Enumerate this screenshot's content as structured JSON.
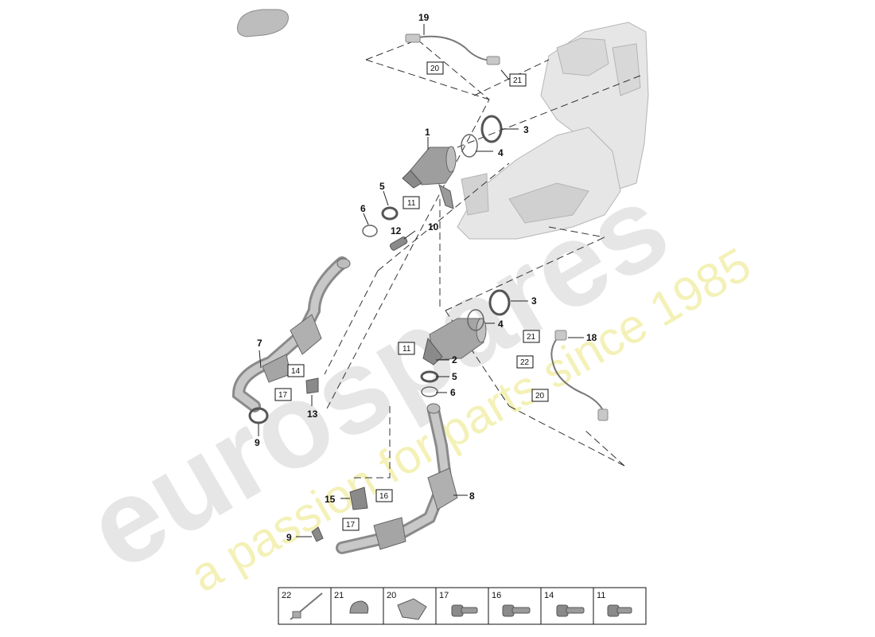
{
  "watermark": {
    "brand": "eurospares",
    "tagline": "a passion for parts since 1985",
    "colors": {
      "brand": "#e6e6e6",
      "tagline": "#f4f1b8"
    }
  },
  "callouts": {
    "c1": "1",
    "c2": "2",
    "c3a": "3",
    "c3b": "3",
    "c4a": "4",
    "c4b": "4",
    "c5a": "5",
    "c5b": "5",
    "c6a": "6",
    "c6b": "6",
    "c7": "7",
    "c8": "8",
    "c9a": "9",
    "c9b": "9",
    "c10": "10",
    "c12": "12",
    "c13": "13",
    "c15": "15",
    "c18": "18",
    "c19": "19"
  },
  "boxed_refs": {
    "b20a": "20",
    "b21a": "21",
    "b11a": "11",
    "b11b": "11",
    "b14": "14",
    "b17a": "17",
    "b16": "16",
    "b17b": "17",
    "b21b": "21",
    "b22": "22",
    "b20b": "20"
  },
  "legend": [
    {
      "number": "22",
      "icon": "oxygen-sensor-wire"
    },
    {
      "number": "21",
      "icon": "clip"
    },
    {
      "number": "20",
      "icon": "holder"
    },
    {
      "number": "17",
      "icon": "bolt"
    },
    {
      "number": "16",
      "icon": "bolt"
    },
    {
      "number": "14",
      "icon": "bolt"
    },
    {
      "number": "11",
      "icon": "bolt"
    }
  ]
}
